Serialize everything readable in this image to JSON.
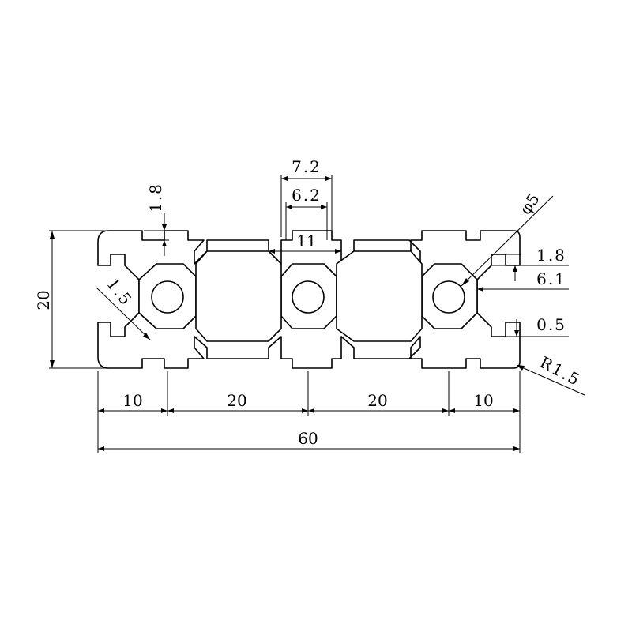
{
  "dimensions": {
    "height_20": "20",
    "slot_open_1_8_top": "1.8",
    "slot_top_7_2": "7.2",
    "slot_top_6_2": "6.2",
    "hole_dia": "φ5",
    "side_1_8": "1.8",
    "side_6_1": "6.1",
    "side_0_5": "0.5",
    "corner_r": "R1.5",
    "web_1_5": "1.5",
    "slot_11": "11",
    "seg_left_10": "10",
    "seg_20_a": "20",
    "seg_20_b": "20",
    "seg_right_10": "10",
    "total_60": "60"
  },
  "colors": {
    "ink": "#000000",
    "background": "#ffffff"
  }
}
